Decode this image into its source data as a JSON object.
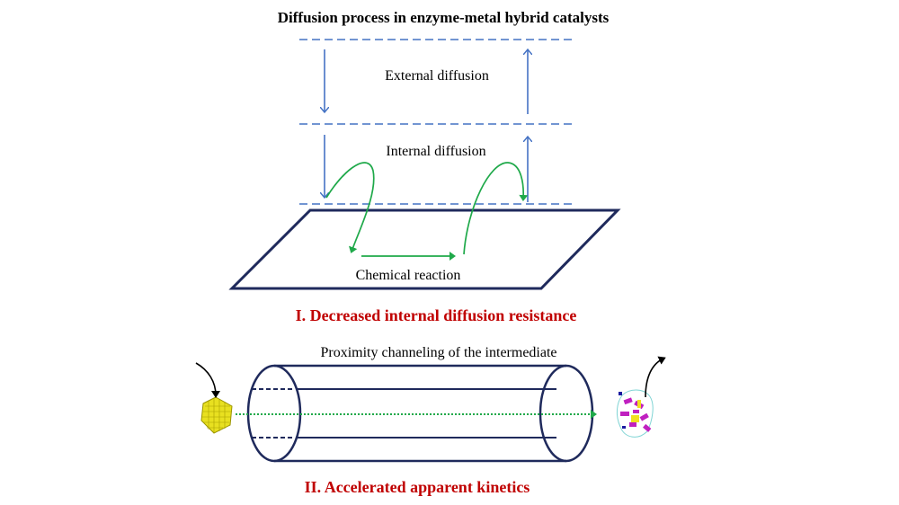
{
  "title": "Diffusion process in enzyme-metal hybrid catalysts",
  "section1": {
    "external_label": "External diffusion",
    "internal_label": "Internal diffusion",
    "reaction_label": "Chemical reaction",
    "heading": "I. Decreased internal diffusion resistance"
  },
  "section2": {
    "channel_label": "Proximity channeling of the intermediate",
    "heading": "II. Accelerated apparent kinetics"
  },
  "colors": {
    "blue": "#4472c4",
    "green": "#1fa94a",
    "navy": "#1f2a5c",
    "red": "#c00000"
  }
}
